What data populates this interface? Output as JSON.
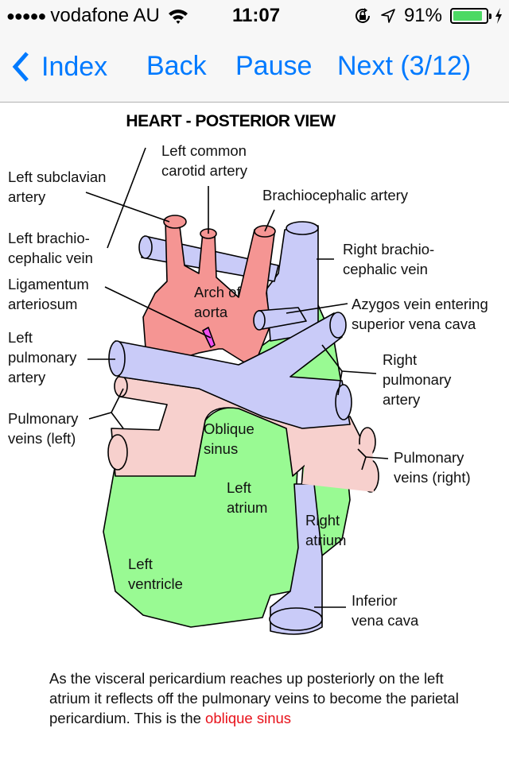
{
  "status_bar": {
    "signal_dots": "●●●●●",
    "carrier": "vodafone AU",
    "wifi_icon": "wifi-icon",
    "time": "11:07",
    "rotation_lock_icon": "rotation-lock-icon",
    "location_icon": "location-arrow-icon",
    "battery_percent": "91%",
    "battery_level": 0.91,
    "charging_icon": "lightning-icon",
    "battery_color": "#4cd964"
  },
  "nav": {
    "back_icon": "chevron-left-icon",
    "index_label": "Index",
    "back_label": "Back",
    "pause_label": "Pause",
    "next_label": "Next (3/12)",
    "accent_color": "#007aff"
  },
  "diagram": {
    "title": "HEART - POSTERIOR VIEW",
    "colors": {
      "aorta": "#f59593",
      "vein": "#c9cbf8",
      "pulmonary_vein": "#f7d0cd",
      "chamber": "#99fa93",
      "ligament": "#f04ff0"
    },
    "labels": {
      "left_subclavian": [
        "Left subclavian",
        "artery"
      ],
      "left_common_carotid": [
        "Left common",
        "carotid artery"
      ],
      "brachiocephalic_artery": [
        "Brachiocephalic artery"
      ],
      "left_brachiocephalic_vein": [
        "Left brachio-",
        "cephalic vein"
      ],
      "right_brachiocephalic_vein": [
        "Right brachio-",
        "cephalic vein"
      ],
      "ligamentum": [
        "Ligamentum",
        "arteriosum"
      ],
      "arch_of_aorta": [
        "Arch of",
        "aorta"
      ],
      "azygos": [
        "Azygos vein entering",
        "superior vena cava"
      ],
      "left_pulmonary_artery": [
        "Left",
        "pulmonary",
        "artery"
      ],
      "right_pulmonary_artery": [
        "Right",
        "pulmonary",
        "artery"
      ],
      "pulmonary_veins_left": [
        "Pulmonary",
        "veins (left)"
      ],
      "oblique_sinus": [
        "Oblique",
        "sinus"
      ],
      "pulmonary_veins_right": [
        "Pulmonary",
        "veins (right)"
      ],
      "left_atrium": [
        "Left",
        "atrium"
      ],
      "right_atrium": [
        "Right",
        "atrium"
      ],
      "left_ventricle": [
        "Left",
        "ventricle"
      ],
      "inferior_vena_cava": [
        "Inferior",
        "vena cava"
      ]
    }
  },
  "caption": {
    "text": "As the visceral pericardium reaches up posteriorly on the left atrium it reflects off the pulmonary veins to become the parietal pericardium. This is the ",
    "highlight": "oblique sinus",
    "highlight_color": "#e8111a"
  }
}
